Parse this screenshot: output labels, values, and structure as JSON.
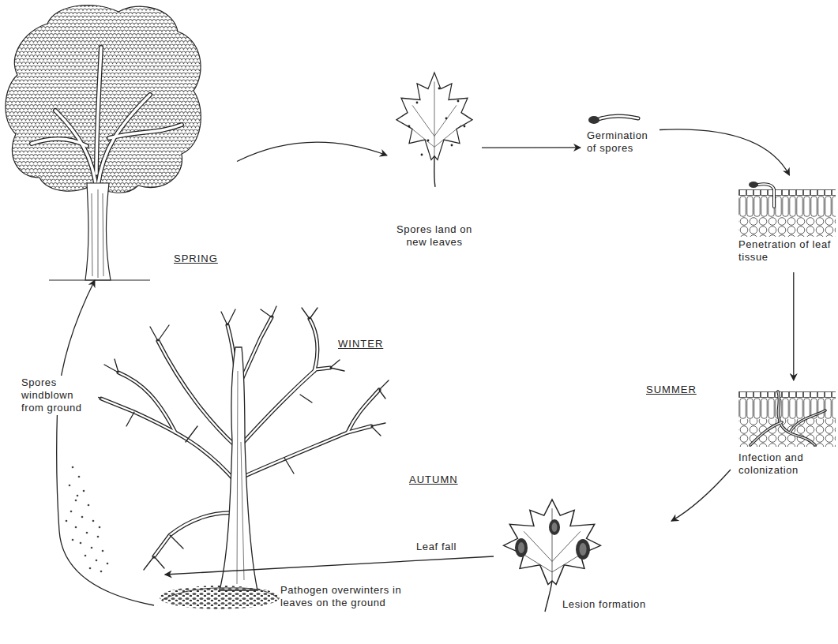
{
  "diagram": {
    "nodes": [
      {
        "text": [
          "SPRING"
        ]
      },
      {
        "text": [
          "Spores land on new leaves"
        ]
      },
      {
        "text": [
          "Germination of spores"
        ]
      },
      {
        "text": [
          "Penetration of leaf tissue"
        ]
      },
      {
        "text": [
          "Infection and colonization"
        ]
      },
      {
        "text": [
          "Lesion formation"
        ]
      },
      {
        "text": [
          "Pathogen overwinters in leaves on the ground"
        ]
      }
    ],
    "edges": [
      {
        "from": 0,
        "to": 1,
        "arrow": "to"
      },
      {
        "from": 1,
        "to": 2,
        "arrow": "to"
      },
      {
        "from": 2,
        "to": 3,
        "arrow": "to"
      },
      {
        "from": 3,
        "to": 4,
        "arrow": "to"
      },
      {
        "from": 4,
        "to": 5,
        "arrow": "to"
      },
      {
        "from": 5,
        "to": 6,
        "arrow": "to",
        "label": "Leaf fall"
      },
      {
        "from": 6,
        "to": 0,
        "arrow": "to",
        "label": "Spores windblown from ground"
      }
    ],
    "labels": [
      "WINTER",
      "SUMMER",
      "AUTUMN"
    ]
  }
}
